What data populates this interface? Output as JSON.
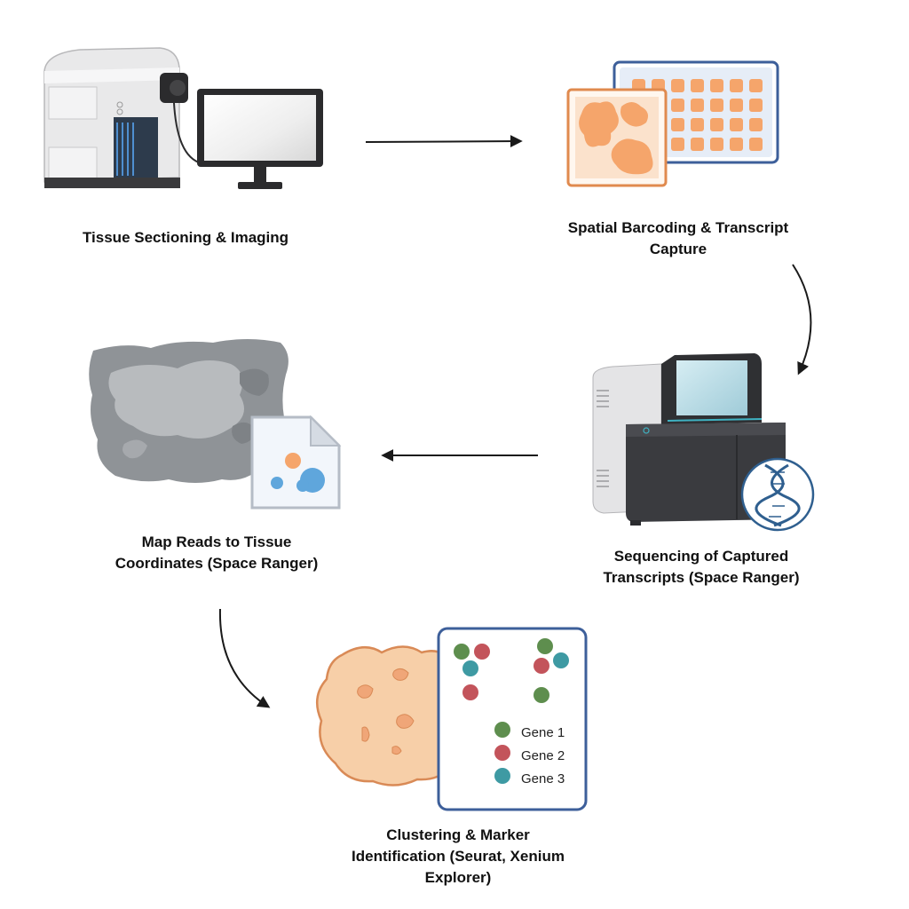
{
  "steps": [
    {
      "id": "imaging",
      "label_lines": [
        "Tissue Sectioning & Imaging"
      ]
    },
    {
      "id": "barcoding",
      "label_lines": [
        "Spatial Barcoding & Transcript",
        "Capture"
      ]
    },
    {
      "id": "sequencing",
      "label_lines": [
        "Sequencing of Captured",
        "Transcripts (Space Ranger)"
      ]
    },
    {
      "id": "mapping",
      "label_lines": [
        "Map Reads to Tissue",
        "Coordinates (Space Ranger)"
      ]
    },
    {
      "id": "clustering",
      "label_lines": [
        "Clustering & Marker",
        "Identification (Seurat, Xenium",
        "Explorer)"
      ]
    }
  ],
  "legend": [
    {
      "label": "Gene 1",
      "color": "#5e8e4e"
    },
    {
      "label": "Gene 2",
      "color": "#c3545b"
    },
    {
      "label": "Gene 3",
      "color": "#3e9aa3"
    }
  ],
  "colors": {
    "tissue_orange": "#f5a56b",
    "tissue_peach": "#f7cfa8",
    "panel_border": "#3d5f9a",
    "arrow": "#1a1a1a",
    "gray_tissue": "#9a9ea3"
  }
}
